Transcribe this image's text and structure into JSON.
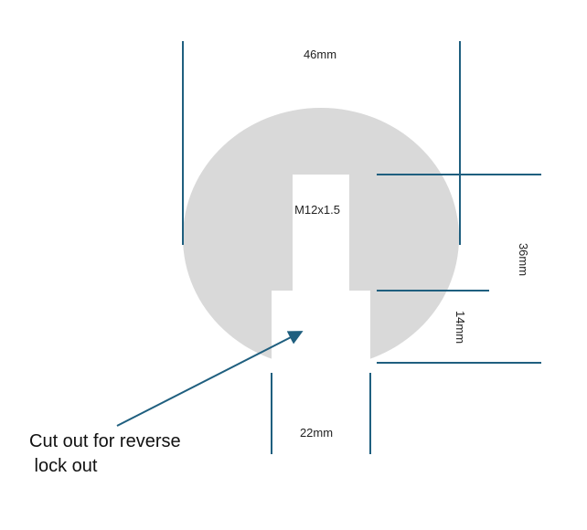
{
  "colors": {
    "part": "#d9d9d9",
    "dim_line": "#1f5f7f",
    "background": "#ffffff"
  },
  "labels": {
    "width": "46mm",
    "thread": "M12x1.5",
    "height": "36mm",
    "cutout_depth": "14mm",
    "cutout_width": "22mm",
    "callout_line1": "Cut out for reverse",
    "callout_line2": " lock out"
  }
}
